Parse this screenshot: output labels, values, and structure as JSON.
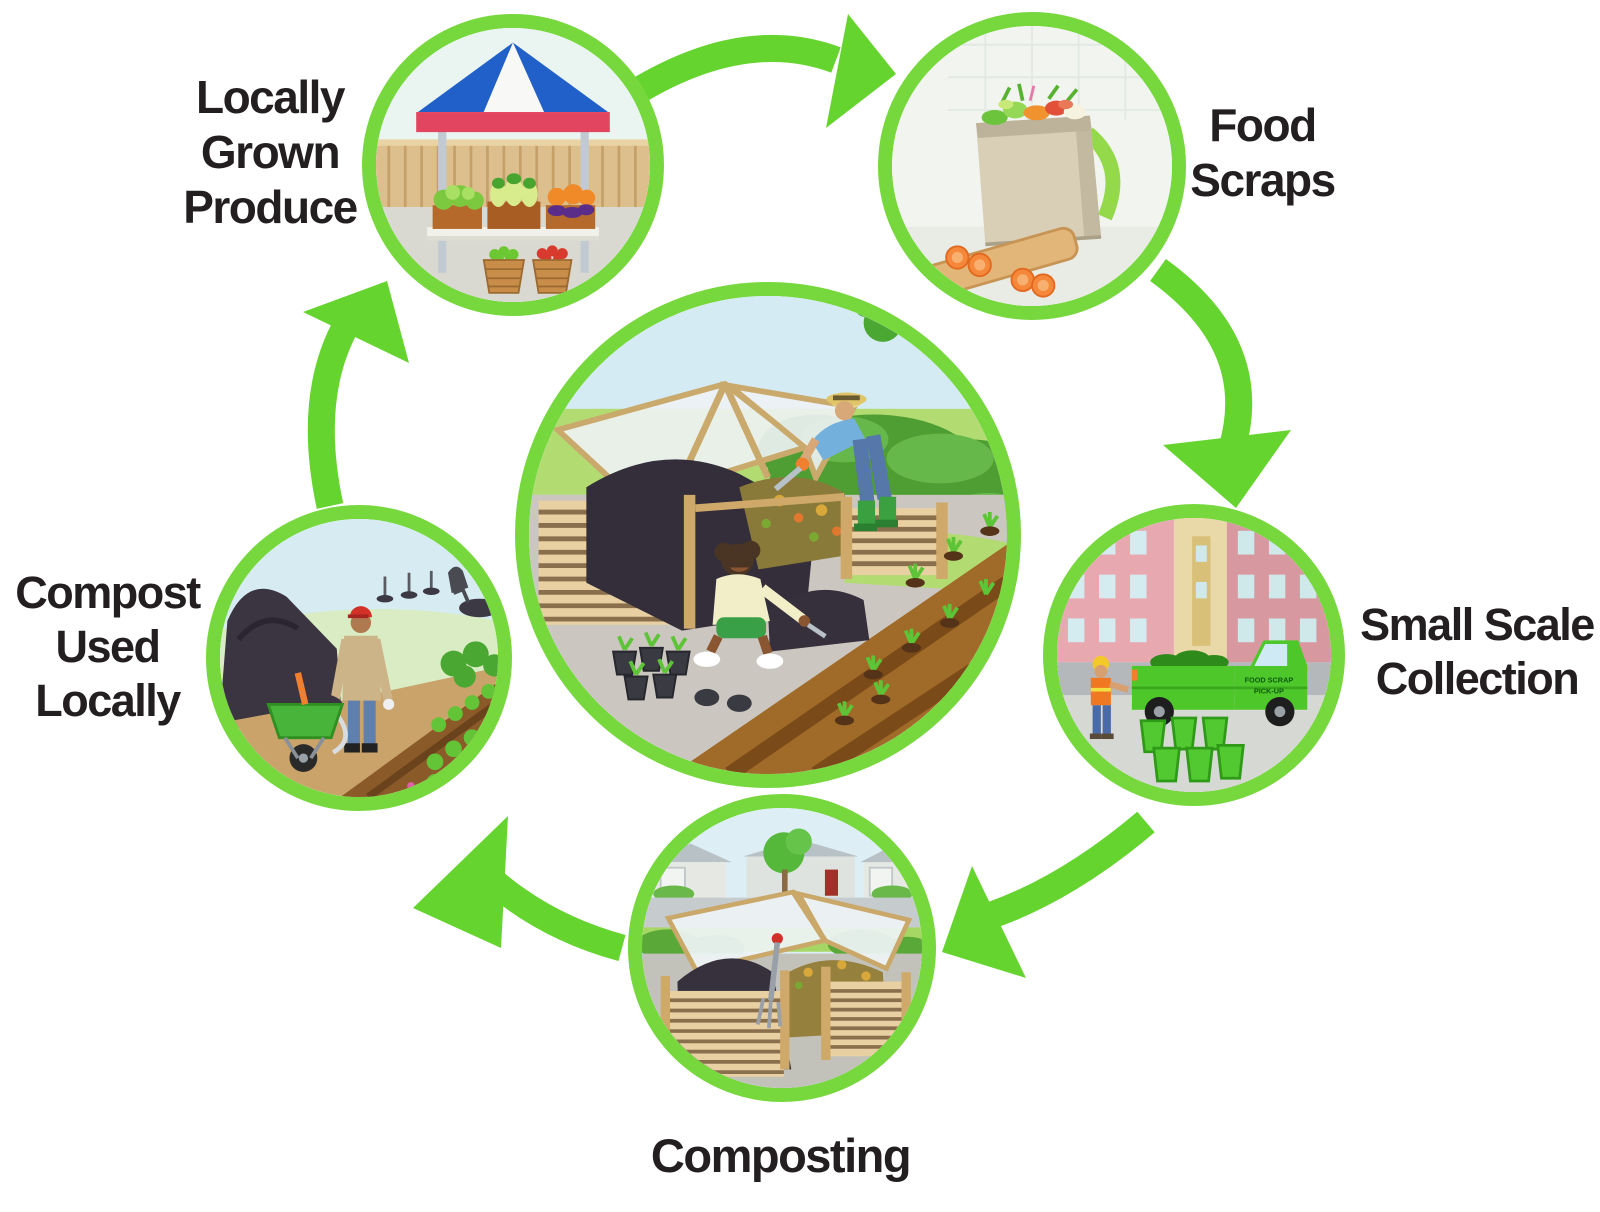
{
  "diagram": {
    "type": "cycle",
    "nodes": [
      {
        "id": "locally-grown-produce",
        "label": "Locally Grown Produce",
        "lines": [
          "Locally",
          "Grown",
          "Produce"
        ],
        "scene": "farmers-market-stand"
      },
      {
        "id": "food-scraps",
        "label": "Food Scraps",
        "lines": [
          "Food",
          "Scraps"
        ],
        "scene": "kitchen-scrap-bin"
      },
      {
        "id": "small-scale-collection",
        "label": "Small Scale Collection",
        "lines": [
          "Small Scale",
          "Collection"
        ],
        "scene": "pickup-truck-collection"
      },
      {
        "id": "composting",
        "label": "Composting",
        "lines": [
          "Composting"
        ],
        "scene": "backyard-compost-bins"
      },
      {
        "id": "compost-used-locally",
        "label": "Compost Used Locally",
        "lines": [
          "Compost",
          "Used",
          "Locally"
        ],
        "scene": "wheelbarrow-garden"
      }
    ],
    "center_scene": "community-garden-composting",
    "truck_door_text": [
      "FOOD SCRAP",
      "PICK-UP"
    ],
    "colors": {
      "arrow": "#66d42f",
      "ring": "#77d83e",
      "label": "#231f20",
      "background": "#ffffff"
    }
  }
}
